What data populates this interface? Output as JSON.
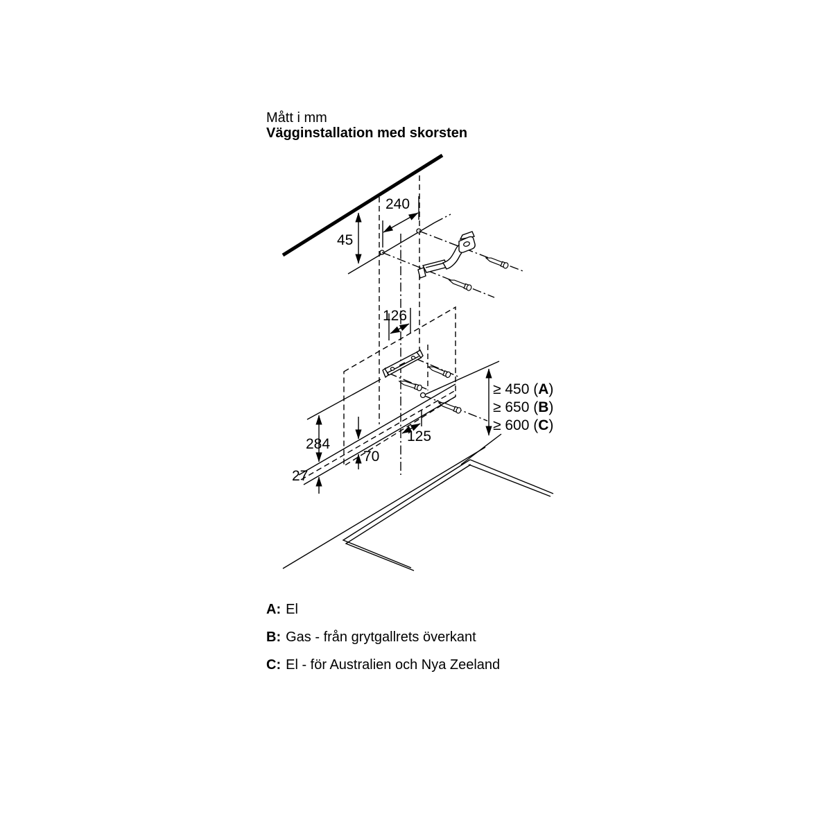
{
  "title": {
    "line1": "Mått i mm",
    "line2": "Vägginstallation med skorsten"
  },
  "dimensions": {
    "bracket_hole_spacing": "240",
    "ceiling_distance": "45",
    "rail_hole_spacing": "126",
    "lower_hole_offset": "125",
    "hood_body_height": "284",
    "bottom_edge_offset": "70",
    "panel_edge": "27"
  },
  "clearances": [
    {
      "prefix": "≥ 450 (",
      "key": "A",
      "suffix": ")"
    },
    {
      "prefix": "≥ 650 (",
      "key": "B",
      "suffix": ")"
    },
    {
      "prefix": "≥ 600 (",
      "key": "C",
      "suffix": ")"
    }
  ],
  "legend": [
    {
      "key": "A:",
      "text": "El"
    },
    {
      "key": "B:",
      "text": "Gas - från grytgallrets överkant"
    },
    {
      "key": "C:",
      "text": "El - för Australien och Nya Zeeland"
    }
  ],
  "colors": {
    "ink": "#000000",
    "background": "#ffffff"
  }
}
